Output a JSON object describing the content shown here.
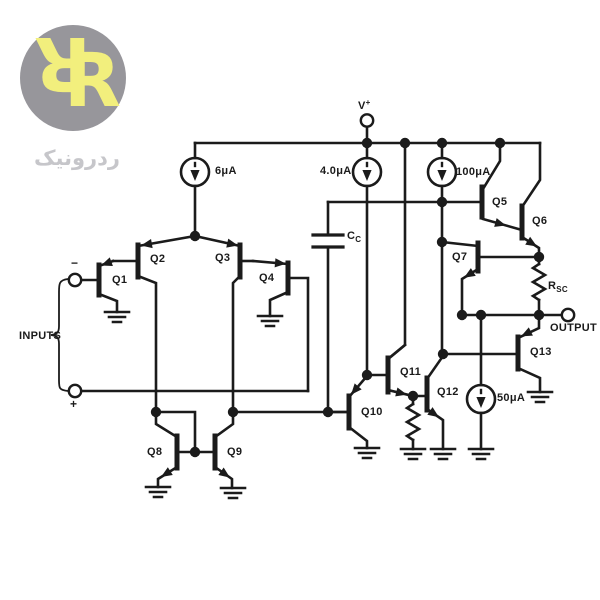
{
  "logo": {
    "letter_left": "R",
    "letter_right": "R",
    "brand": "ردرونیک",
    "circle_color": "#97969b",
    "letter_color": "#f2ef7d",
    "text_color": "#c6c6ca"
  },
  "labels": {
    "power": {
      "base": "V",
      "sup": "+"
    },
    "inputs": "INPUTS",
    "output": "OUTPUT",
    "minus": "−",
    "plus": "+",
    "cap": {
      "base": "C",
      "sub": "C"
    },
    "rsc": {
      "base": "R",
      "sub": "SC"
    },
    "sources": [
      "6μA",
      "4.0μA",
      "100μA",
      "50μA"
    ],
    "transistors": [
      "Q1",
      "Q2",
      "Q3",
      "Q4",
      "Q5",
      "Q6",
      "Q7",
      "Q8",
      "Q9",
      "Q10",
      "Q11",
      "Q12",
      "Q13"
    ]
  },
  "colors": {
    "ink": "#1b1b1b"
  }
}
